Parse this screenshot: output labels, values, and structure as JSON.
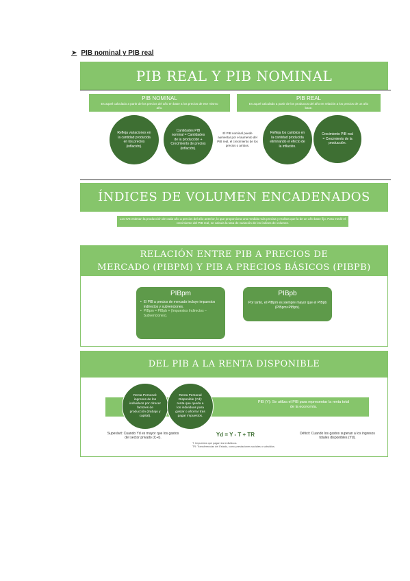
{
  "heading": {
    "arrow": "➤",
    "title": "PIB nominal y PIB real"
  },
  "s1": {
    "banner": "PIB REAL Y PIB NOMINAL",
    "nominal": {
      "title": "PIB NOMINAL",
      "desc": "Es aquel calculado a partir de los precios del año en base a los precios de ese mismo año."
    },
    "real": {
      "title": "PIB REAL",
      "desc": "Es aquel calculado a partir de los productos del año en relación a los precios de un año base."
    },
    "c1": "Refleja variaciones en la cantidad producida en los precios (inflación).",
    "c2": "Cantidades PIB nominal = Cantidades de la producción + Crecimiento de precios (inflación).",
    "mid": "El PIB nominal puede aumentar por el aumento del PIB real, el crecimiento de los precios o ambos.",
    "c3": "Refleja los cambios en la cantidad producida eliminando el efecto de la inflación.",
    "c4": "Crecimiento PIB real = Crecimiento de la producción."
  },
  "s2": {
    "banner": "ÍNDICES DE VOLUMEN ENCADENADOS (IVE)",
    "text": "Los IVE estiman la producción de cada año a precios del año anterior, lo que proporciona una medida más precisa y realista que la de un año base fijo. Para medir el crecimiento del PIB real, se calcula la tasa de variación de los índices de volumen."
  },
  "s3": {
    "banner_l1": "RELACIÓN ENTRE PIB A PRECIOS DE",
    "banner_l2": "MERCADO (PIBPM) Y PIB A PRECIOS BÁSICOS (PIBPB)",
    "pm": {
      "title": "PIBpm",
      "b1": "El PIB a precios de mercado incluye impuestos indirectos y subvenciones.",
      "b2": "PIBpm = PIBpb + (Impuestos Indirectos – Subvenciones)."
    },
    "pb": {
      "title": "PIBpb",
      "text": "Por tanto, el PIBpm es siempre mayor que el PIBpb (PIBpm>PIBpb)."
    }
  },
  "s4": {
    "banner": "DEL PIB A LA RENTA DISPONIBLE",
    "c1": "Renta Personal: ingresos de los individuos por ofrecer factores de producción (trabajo y capital).",
    "c2": "Renta Personal Disponible (Yd): renta que queda a los individuos para gastar o ahorrar tras pagar impuestos.",
    "pib": "PIB (Y): Se utiliza el PIB para representar la renta total de la economía.",
    "formula": "Yd = Y - T + TR",
    "sup": "Superávit: Cuando Yd es mayor que los gastos del sector privado (C+I).",
    "def": "Déficit: Cuando los gastos superan a los ingresos totales disponibles (Yd).",
    "n1": "T: Impuestos que pagan los individuos.",
    "n2": "TR: Transferencias del Estado, como prestaciones sociales o subsidios."
  }
}
